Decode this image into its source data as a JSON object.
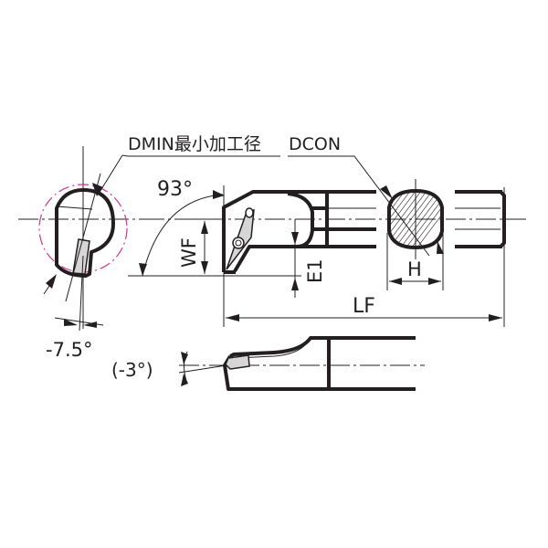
{
  "diagram": {
    "type": "boring-bar-tool-holder-drawing",
    "colors": {
      "line": "#231f20",
      "dmin_circle": "#d6338f",
      "insert_fill": "#d6d6d6",
      "background": "#ffffff"
    },
    "labels": {
      "dmin": "DMIN最小加工径",
      "dcon": "DCON",
      "angle_kappa": "93°",
      "wf": "WF",
      "e1": "E1",
      "h": "H",
      "lf": "LF",
      "rake_angle": "-7.5°",
      "inclination_angle": "(-3°)"
    },
    "views": [
      {
        "name": "end-view",
        "description": "Front end view with minimum bore circle"
      },
      {
        "name": "top-view",
        "description": "Plan view of holder with insert"
      },
      {
        "name": "section-view",
        "description": "Round shank cross-section (hatched)"
      },
      {
        "name": "side-view",
        "description": "Side elevation of holder"
      }
    ]
  }
}
